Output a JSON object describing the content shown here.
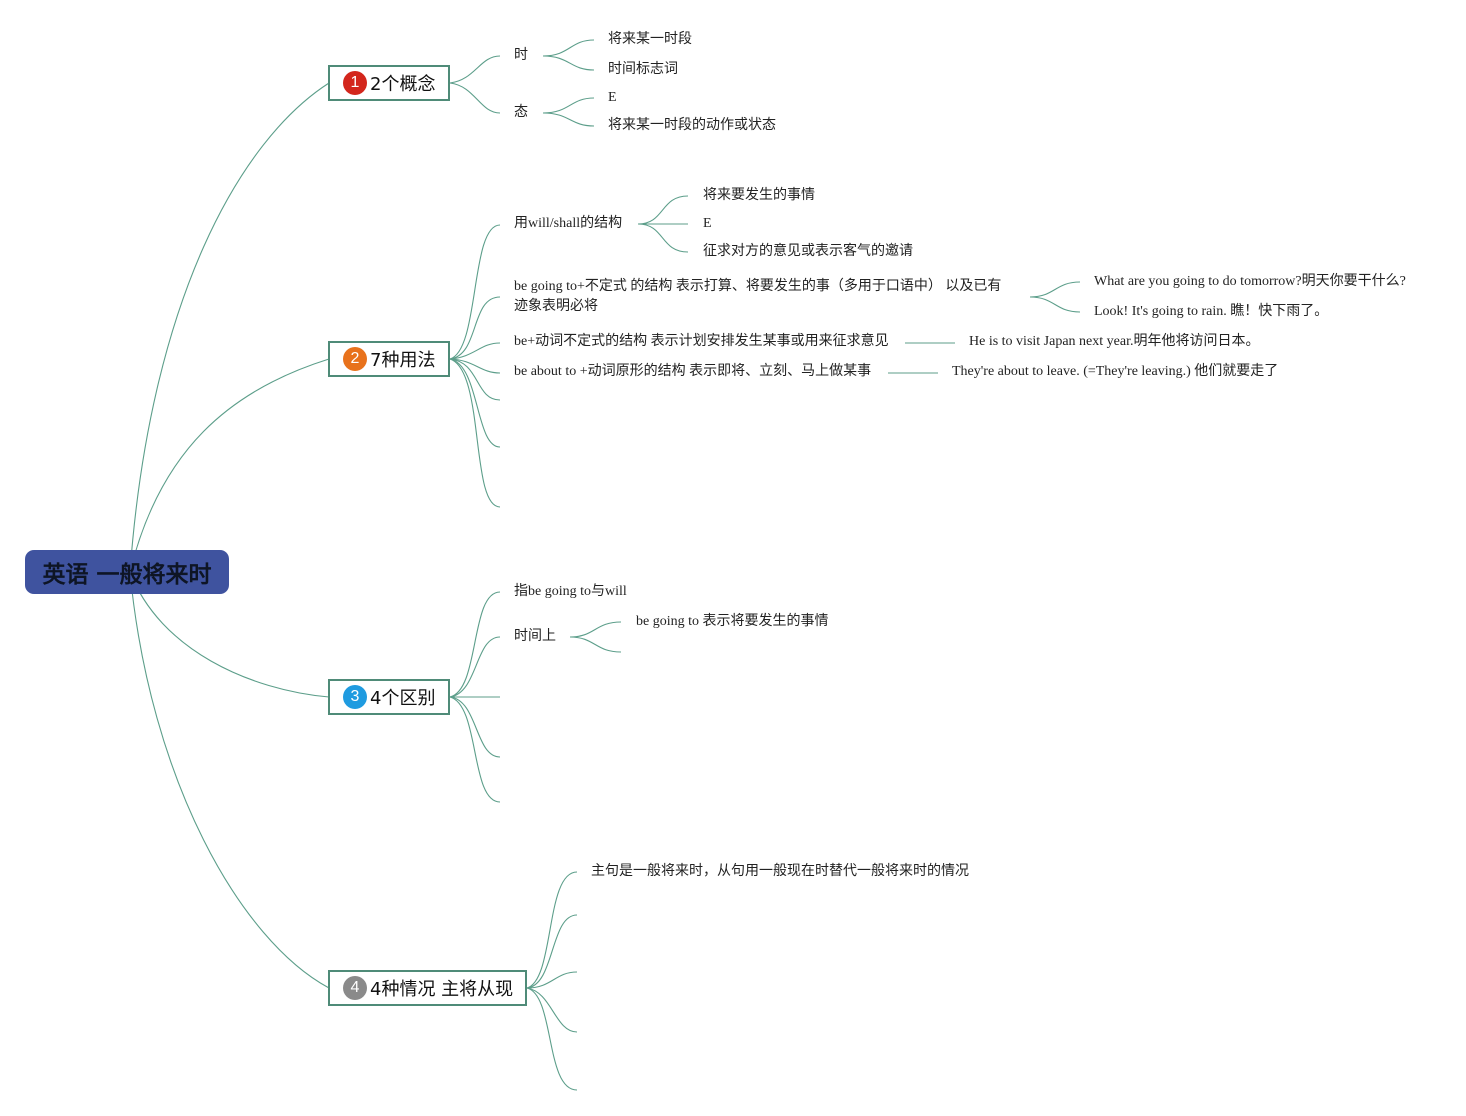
{
  "root": {
    "label": "英语 一般将来时"
  },
  "topics": [
    {
      "number": "1",
      "label": "2个概念",
      "badge_color": "#d3261c"
    },
    {
      "number": "2",
      "label": "7种用法",
      "badge_color": "#e8721c"
    },
    {
      "number": "3",
      "label": "4个区别",
      "badge_color": "#1f9be0"
    },
    {
      "number": "4",
      "label": "4种情况 主将从现",
      "badge_color": "#8a8a8a"
    }
  ],
  "concepts": {
    "time": {
      "label": "时",
      "children": [
        "将来某一时段",
        "时间标志词"
      ]
    },
    "aspect": {
      "label": "态",
      "children": [
        "E",
        "将来某一时段的动作或状态"
      ]
    }
  },
  "usages": {
    "will_shall": {
      "label": "用will/shall的结构",
      "children": [
        "将来要发生的事情",
        "E",
        "征求对方的意见或表示客气的邀请"
      ]
    },
    "be_going_to": {
      "label": "be going to+不定式 的结构 表示打算、将要发生的事（多用于口语中） 以及已有迹象表明必将",
      "children": [
        "What are you going to do tomorrow?明天你要干什么?",
        "Look! It's going to rain. 瞧！快下雨了。"
      ]
    },
    "be_to": {
      "label": "be+动词不定式的结构 表示计划安排发生某事或用来征求意见",
      "example": "He is to visit Japan next year.明年他将访问日本。"
    },
    "be_about_to": {
      "label": "be about to +动词原形的结构 表示即将、立刻、马上做某事",
      "example": "They're about to leave. (=They're leaving.) 他们就要走了"
    }
  },
  "differences": {
    "item1": "指be going to与will",
    "time": {
      "label": "时间上",
      "children": [
        "be going to 表示将要发生的事情"
      ]
    }
  },
  "cases": {
    "item1": "主句是一般将来时，从句用一般现在时替代一般将来时的情况"
  },
  "colors": {
    "root_bg": "#3f539f",
    "line": "#5c9e8a",
    "topic_border": "#4f8b78"
  }
}
